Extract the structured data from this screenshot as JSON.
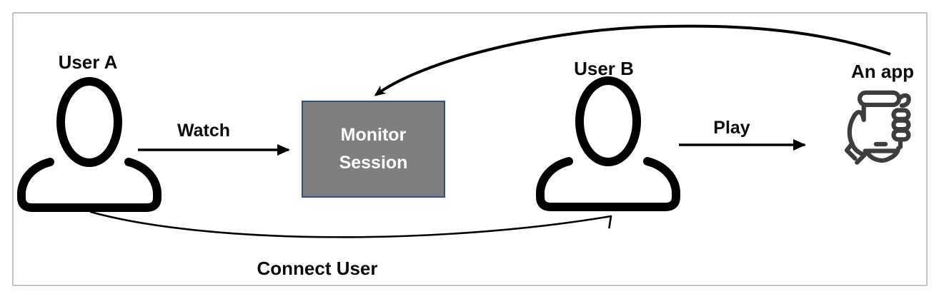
{
  "diagram": {
    "nodes": {
      "user_a": {
        "label": "User A",
        "icon": "user-icon"
      },
      "user_b": {
        "label": "User B",
        "icon": "user-icon"
      },
      "monitor_session": {
        "label": "Monitor Session",
        "fill_color": "#7f7f7f",
        "border_color": "#33508c",
        "text_color": "#ffffff"
      },
      "an_app": {
        "label": "An app",
        "icon": "hand-holding-phone-icon"
      }
    },
    "edges": [
      {
        "label": "Watch",
        "from": "User A",
        "to": "Monitor Session",
        "style": "straight-arrow"
      },
      {
        "label": "Play",
        "from": "User B",
        "to": "An app",
        "style": "straight-arrow"
      },
      {
        "label": "Connect User",
        "from": "User A",
        "to": "User B",
        "style": "curved-arrow"
      },
      {
        "label": "",
        "from": "An app",
        "to": "Monitor Session",
        "style": "curved-arrow"
      }
    ],
    "colors": {
      "line": "#000000",
      "label_text": "#0b0b0b",
      "icon_stroke": "#3d3d3d",
      "frame_border": "#c3c3c3",
      "background": "#ffffff"
    }
  }
}
